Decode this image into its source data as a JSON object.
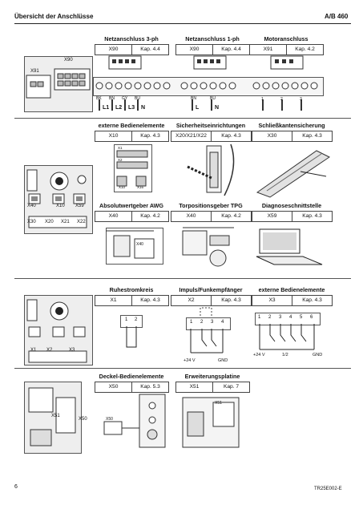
{
  "header": {
    "left": "Übersicht der Anschlüsse",
    "right": "A/B 460"
  },
  "footer": {
    "page": "6",
    "code": "TR25E002-E"
  },
  "section1": {
    "board_labels": {
      "x90": "X90",
      "x91": "X91"
    },
    "blocks": [
      {
        "title": "Netzanschluss 3-ph",
        "conn": "X90",
        "ref": "Kap. 4.4",
        "wires": [
          "BK",
          "BN",
          "GY",
          "BU"
        ],
        "phases": [
          "L1",
          "L2",
          "L3",
          "N"
        ]
      },
      {
        "title": "Netzanschluss 1-ph",
        "conn": "X90",
        "ref": "Kap. 4.4",
        "wires": [
          "BN",
          "BU"
        ],
        "phases": [
          "L",
          "N"
        ]
      },
      {
        "title": "Motoranschluss",
        "conn": "X91",
        "ref": "Kap. 4.2",
        "nums": [
          "1",
          "2",
          "3"
        ]
      }
    ]
  },
  "section2": {
    "board_labels": {
      "x40": "X40",
      "x10": "X10",
      "x59": "X59",
      "x30": "X30",
      "x20": "X20",
      "x21": "X21",
      "x22": "X22"
    },
    "top": [
      {
        "title": "externe Bedienelemente",
        "conn": "X10",
        "ref": "Kap. 4.3",
        "sub": {
          "x1": "X1",
          "x2": "X2",
          "x10": "X10",
          "x16": "X16"
        }
      },
      {
        "title": "Sicherheitseinrichtungen",
        "conn": "X20/X21/X22",
        "ref": "Kap. 4.3"
      },
      {
        "title": "Schließkantensicherung",
        "conn": "X30",
        "ref": "Kap. 4.3"
      }
    ],
    "bottom": [
      {
        "title": "Absolutwertgeber AWG",
        "conn": "X40",
        "ref": "Kap. 4.2",
        "inner": "X40"
      },
      {
        "title": "Torpositionsgeber TPG",
        "conn": "X40",
        "ref": "Kap. 4.2"
      },
      {
        "title": "Diagnoseschnittstelle",
        "conn": "X59",
        "ref": "Kap. 4.3"
      }
    ]
  },
  "section3": {
    "board_labels": {
      "x1": "X1",
      "x2": "X2",
      "x3": "X3"
    },
    "blocks": [
      {
        "title": "Ruhestromkreis",
        "conn": "X1",
        "ref": "Kap. 4.3",
        "nums": [
          "1",
          "2"
        ]
      },
      {
        "title": "Impuls/Funkempfänger",
        "conn": "X2",
        "ref": "Kap. 4.3",
        "nums": [
          "1",
          "2",
          "3",
          "4"
        ],
        "legend": [
          "+24 V",
          "GND"
        ]
      },
      {
        "title": "externe Bedienelemente",
        "conn": "X3",
        "ref": "Kap. 4.3",
        "nums": [
          "1",
          "2",
          "3",
          "4",
          "5",
          "6"
        ],
        "legend": [
          "+24 V",
          "1/2",
          "GND"
        ]
      }
    ]
  },
  "section4": {
    "board_labels": {
      "x50": "X50",
      "x51": "X51"
    },
    "blocks": [
      {
        "title": "Deckel-Bedienelemente",
        "conn": "X50",
        "ref": "Kap. 5.3",
        "inner": "X50"
      },
      {
        "title": "Erweiterungsplatine",
        "conn": "X51",
        "ref": "Kap. 7",
        "inner": "X51"
      }
    ]
  }
}
